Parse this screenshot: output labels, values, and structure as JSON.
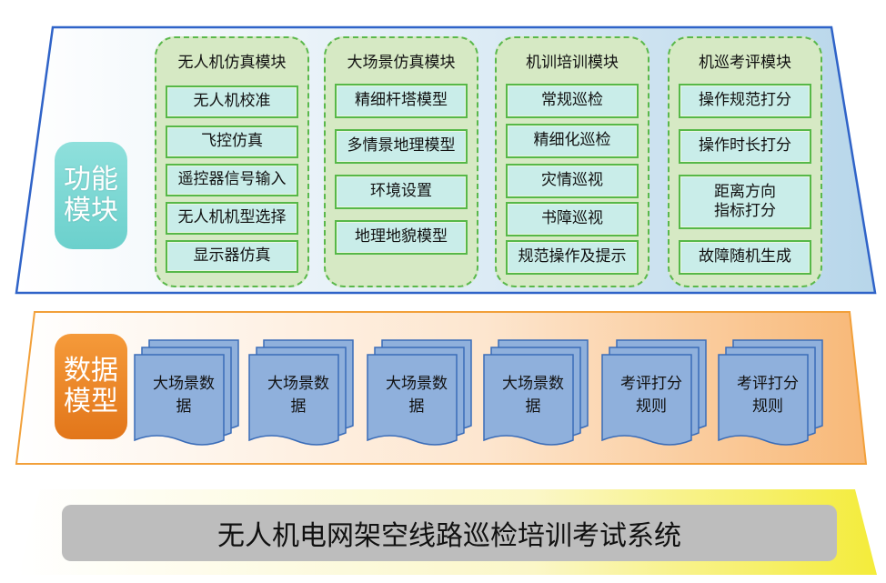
{
  "colors": {
    "func_border": "#2f63c8",
    "data_border": "#f2a03a",
    "module_fill": "#d6e9c4",
    "module_border": "#5ab84a",
    "item_fill": "#c9ede9",
    "doc_fill": "#8fb0dc",
    "doc_border": "#3a6cb8"
  },
  "function_layer": {
    "label": "功能\n模块",
    "modules": [
      {
        "title": "无人机仿真模块",
        "items": [
          "无人机校准",
          "飞控仿真",
          "遥控器信号输入",
          "无人机机型选择",
          "显示器仿真"
        ]
      },
      {
        "title": "大场景仿真模块",
        "items": [
          "精细杆塔模型",
          "多情景地理模型",
          "环境设置",
          "地理地貌模型"
        ]
      },
      {
        "title": "机训培训模块",
        "items": [
          "常规巡检",
          "精细化巡检",
          "灾情巡视",
          "书障巡视",
          "规范操作及提示"
        ]
      },
      {
        "title": "机巡考评模块",
        "items": [
          "操作规范打分",
          "操作时长打分",
          "距离方向\n指标打分",
          "故障随机生成"
        ]
      }
    ]
  },
  "data_layer": {
    "label": "数据\n模型",
    "documents": [
      "大场景数\n据",
      "大场景数\n据",
      "大场景数\n据",
      "大场景数\n据",
      "考评打分\n规则",
      "考评打分\n规则"
    ]
  },
  "system_title": "无人机电网架空线路巡检培训考试系统"
}
